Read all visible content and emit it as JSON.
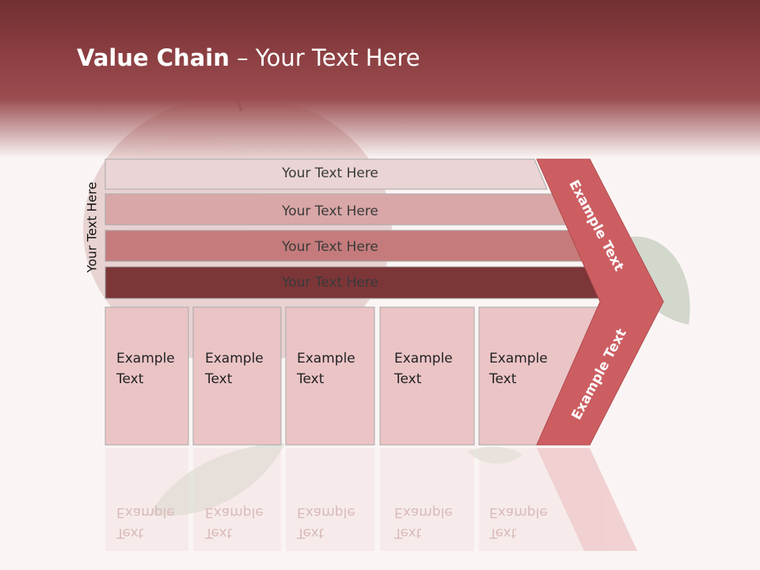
{
  "title": {
    "bold": "Value Chain",
    "rest": " – Your Text Here"
  },
  "side_label": "Your Text Here",
  "bands": [
    {
      "label": "Your Text Here",
      "color": "#ead4d5"
    },
    {
      "label": "Your Text Here",
      "color": "#d9a7a7"
    },
    {
      "label": "Your Text Here",
      "color": "#c57b7b"
    },
    {
      "label": "Your Text Here",
      "color": "#7c3638"
    }
  ],
  "boxes": [
    {
      "line1": "Example",
      "line2": "Text"
    },
    {
      "line1": "Example",
      "line2": "Text"
    },
    {
      "line1": "Example",
      "line2": "Text"
    },
    {
      "line1": "Example",
      "line2": "Text"
    },
    {
      "line1": "Example",
      "line2": "Text"
    }
  ],
  "chevron_top_label": "Example Text",
  "chevron_bottom_label": "Example Text",
  "colors": {
    "title_band": "#8c3f42",
    "box_fill": "#ebc4c6",
    "chevron": "#cc5e62",
    "page": "#faf5f4"
  }
}
